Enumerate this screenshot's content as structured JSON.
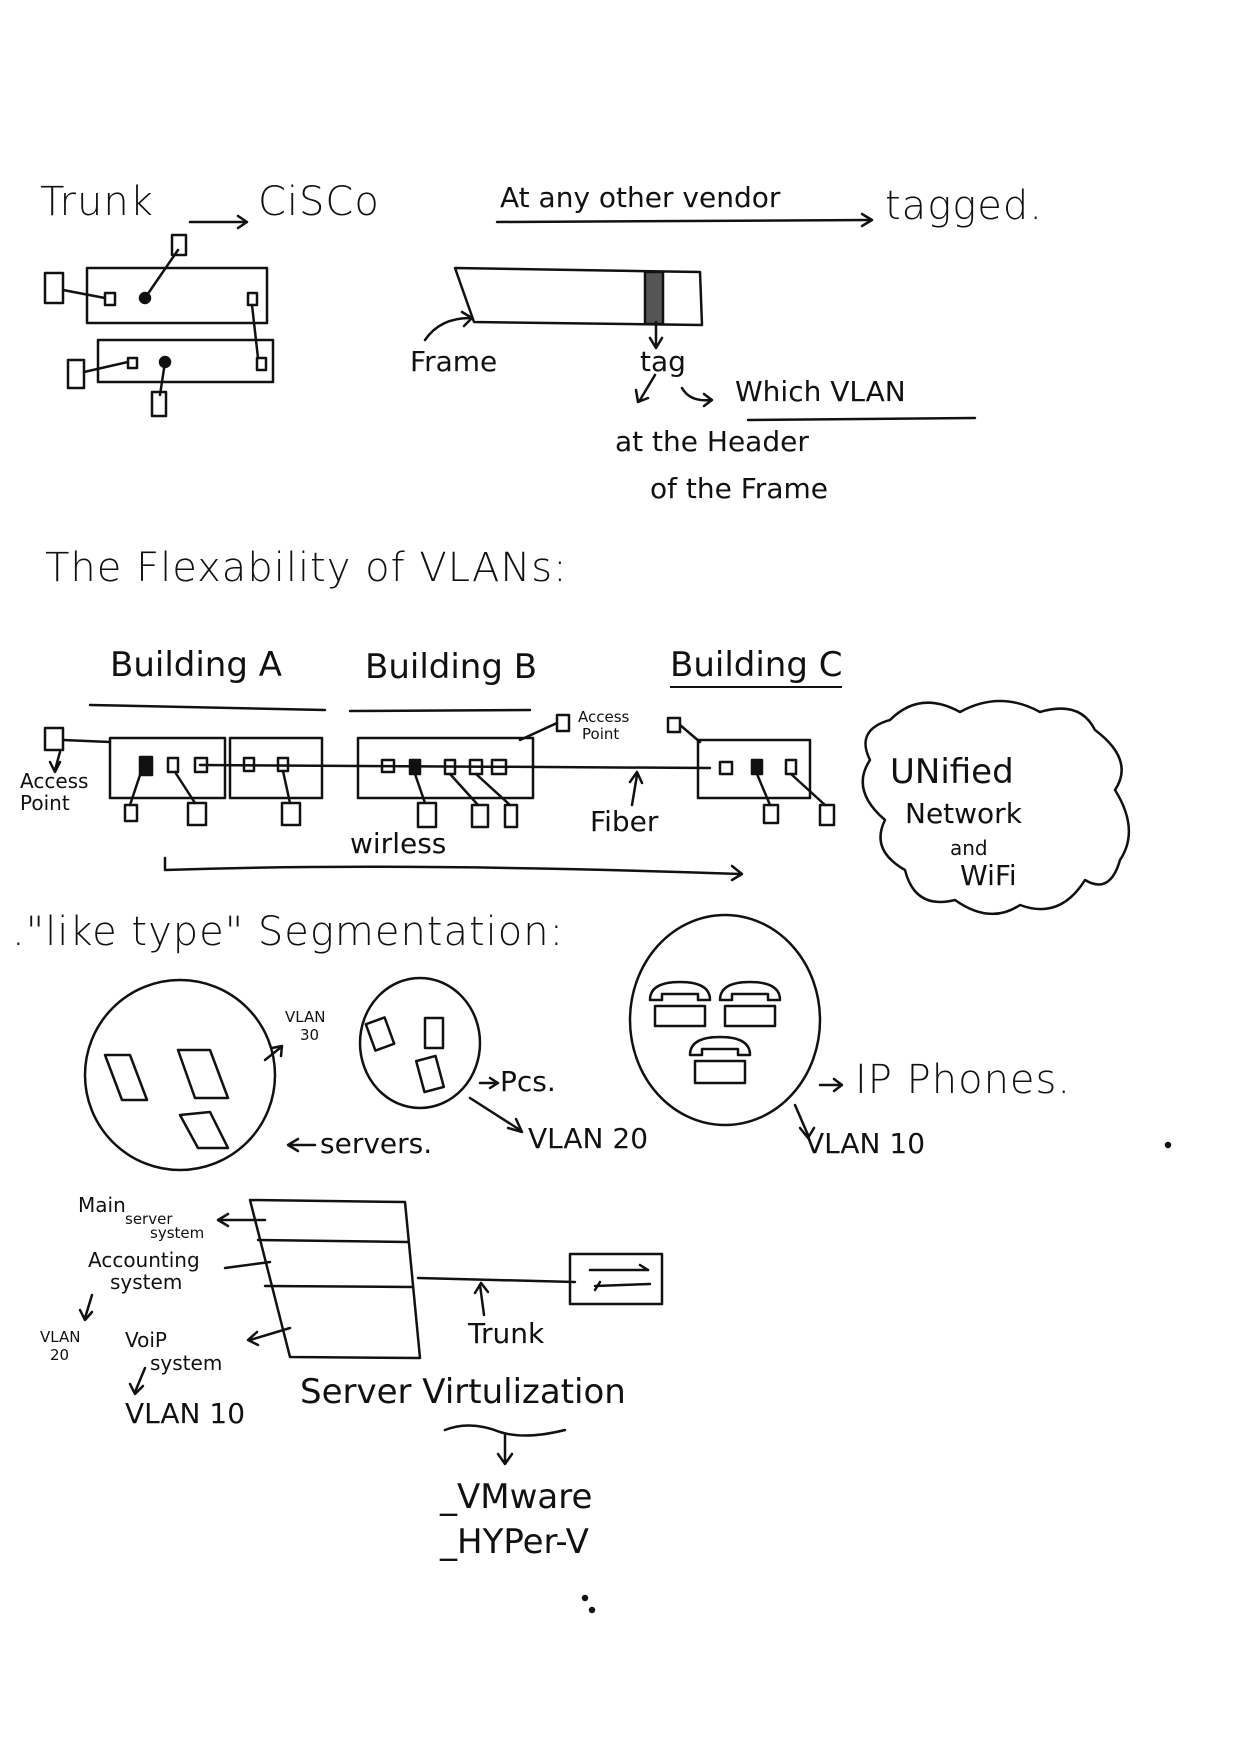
{
  "section_trunk": {
    "title": "Trunk",
    "arrow_target": "CiSCo",
    "other_vendor": "At any other vendor",
    "other_vendor_term": "tagged.",
    "frame_label": "Frame",
    "tag_label": "tag",
    "tag_meaning": "Which VLAN",
    "tag_location_line1": "at the Header",
    "tag_location_line2": "of the Frame"
  },
  "section_flexibility": {
    "title": "The Flexability of VLANs:",
    "buildings": [
      "Building A",
      "Building B",
      "Building C"
    ],
    "access_point_left": "Access Point",
    "access_point_top_line1": "Access",
    "access_point_top_line2": "Point",
    "fiber_label": "Fiber",
    "wireless_label": "wirless",
    "cloud_line1": "UNified",
    "cloud_line2": "Network",
    "cloud_line3": "and",
    "cloud_line4": "WiFi"
  },
  "section_segmentation": {
    "title": ".\"like type\" Segmentation:",
    "servers_label": "servers.",
    "servers_vlan_line1": "VLAN",
    "servers_vlan_line2": "30",
    "pcs_label": "Pcs.",
    "pcs_vlan": "VLAN 20",
    "phones_label": "IP Phones.",
    "phones_vlan": "VLAN 10"
  },
  "section_virtualization": {
    "main_server_line1": "Main",
    "main_server_line2": "server",
    "main_server_line3": "system",
    "accounting_line1": "Accounting",
    "accounting_line2": "system",
    "accounting_vlan_line1": "VLAN",
    "accounting_vlan_line2": "20",
    "voip_line1": "VoiP",
    "voip_line2": "system",
    "voip_vlan": "VLAN 10",
    "trunk_label": "Trunk",
    "title": "Server Virtulization",
    "products": [
      "_VMware",
      "_HYPer-V"
    ]
  }
}
